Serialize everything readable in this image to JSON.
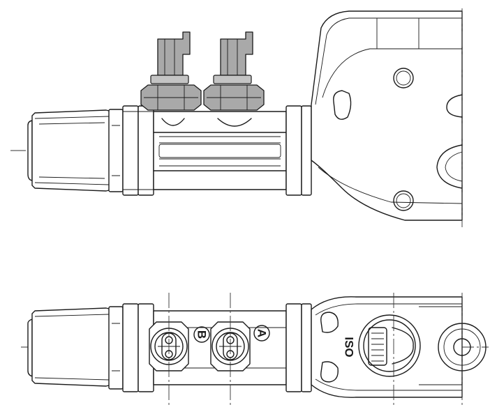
{
  "drawing": {
    "labels": {
      "port_b": "B",
      "port_a": "A",
      "iso_mark": "ISO"
    },
    "views": [
      "side-view",
      "top-view"
    ],
    "colors": {
      "line": "#1a1a1a",
      "connector_fill": "#a9a9a9",
      "nut_fill": "#c4c4c4",
      "background": "#ffffff"
    }
  }
}
